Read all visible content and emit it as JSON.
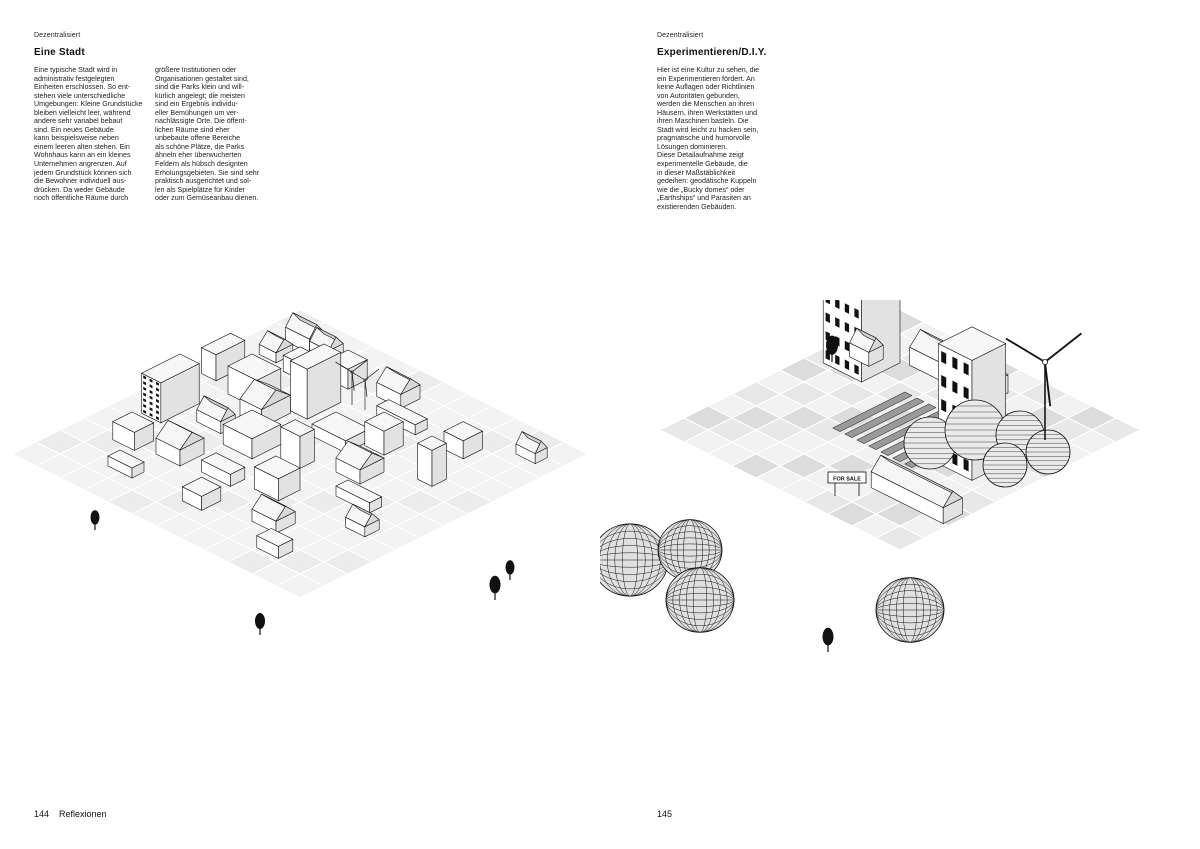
{
  "left_page": {
    "kicker": "Dezentralisiert",
    "title": "Eine Stadt",
    "column_1": "Eine typische Stadt wird in\nadministrativ festgelegten\nEinheiten erschlossen. So ent-\nstehen viele unterschiedliche\nUmgebungen: Kleine Grundstücke\nbleiben vielleicht leer, während\nandere sehr variabel bebaut\nsind. Ein neues Gebäude\nkann beispielsweise neben\neinem leeren alten stehen. Ein\nWohnhaus kann an ein kleines\nUnternehmen angrenzen. Auf\njedem Grundstück können sich\ndie Bewohner individuell aus-\ndrücken. Da weder Gebäude\nnoch öffentliche Räume durch",
    "column_2": "größere Institutionen oder\nOrganisationen gestaltet sind,\nsind die Parks klein und will-\nkürlich angelegt; die meisten\nsind ein Ergebnis individu-\neller Bemühungen um ver-\nnachlässigte Orte. Die öffent-\nlichen Räume sind eher\nunbebaute offene Bereiche\nals schöne Plätze, die Parks\nähneln eher überwucherten\nFeldern als hübsch designten\nErholungsgebieten. Sie sind sehr\npraktisch ausgerichtet und sol-\nlen als Spielplätze für Kinder\noder zum Gemüseanbau dienen.",
    "page_number": "144",
    "section": "Reflexionen"
  },
  "right_page": {
    "kicker": "Dezentralisiert",
    "title": "Experimentieren/D.I.Y.",
    "column_1": "Hier ist eine Kultur zu sehen, die\nein Experimentieren fördert. An\nkeine Auflagen oder Richtlinien\nvon Autoritäten gebunden,\nwerden die Menschen an ihren\nHäusern, ihren Werkstätten und\nihren Maschinen basteln. Die\nStadt wird leicht zu hacken sein,\npragmatische und humorvolle\nLösungen dominieren.\nDiese Detailaufnahme zeigt\nexperimentelle Gebäude, die\nin dieser Maßstäblichkeit\ngedeihen: geodätische Kuppeln\nwie die „Bucky domes“ oder\n„Earthships“ und Parasiten an\nexistierenden Gebäuden.",
    "sign_text": "FOR SALE",
    "page_number": "145"
  },
  "colors": {
    "ink": "#111111",
    "tile_light": "#f2f2f2",
    "tile_mid": "#e4e4e4",
    "tile_dark": "#d6d6d6"
  },
  "icons": [
    "wind-turbine-icon",
    "geodesic-dome-icon",
    "tree-icon"
  ]
}
